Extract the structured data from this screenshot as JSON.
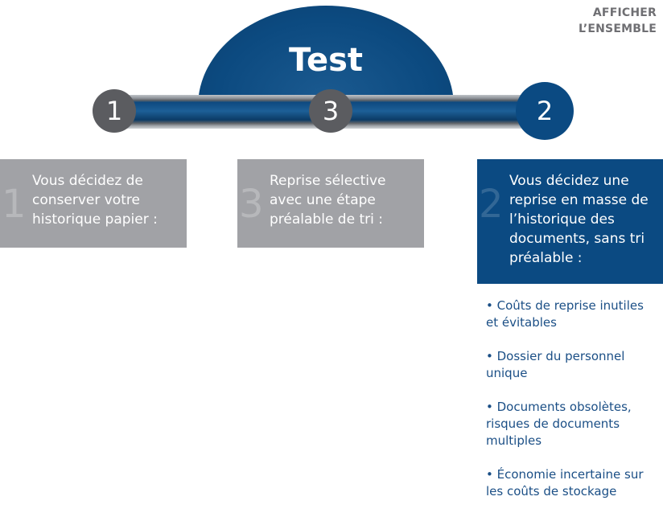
{
  "header": {
    "show_all_line1": "AFFICHER",
    "show_all_line2": "L’ENSEMBLE"
  },
  "dome": {
    "title": "Test"
  },
  "steps": [
    {
      "label": "1"
    },
    {
      "label": "3"
    },
    {
      "label": "2"
    }
  ],
  "cards": [
    {
      "num": "1",
      "text": "Vous décidez de conserver votre historique papier :"
    },
    {
      "num": "3",
      "text": "Reprise sélective avec une étape préalable de tri :"
    },
    {
      "num": "2",
      "text": "Vous décidez une reprise en masse de l’historique des documents, sans tri préalable :"
    }
  ],
  "bullets": [
    "• Coûts de reprise inutiles et évitables",
    "• Dossier du personnel unique",
    "• Documents obsolètes, risques de documents multiples",
    "• Économie incertaine sur les coûts de stockage"
  ],
  "colors": {
    "brand_blue": "#0b4a82",
    "gray_card": "#a1a2a6",
    "gray_circle": "#5b5c60",
    "bullet_text": "#1b4f86"
  }
}
